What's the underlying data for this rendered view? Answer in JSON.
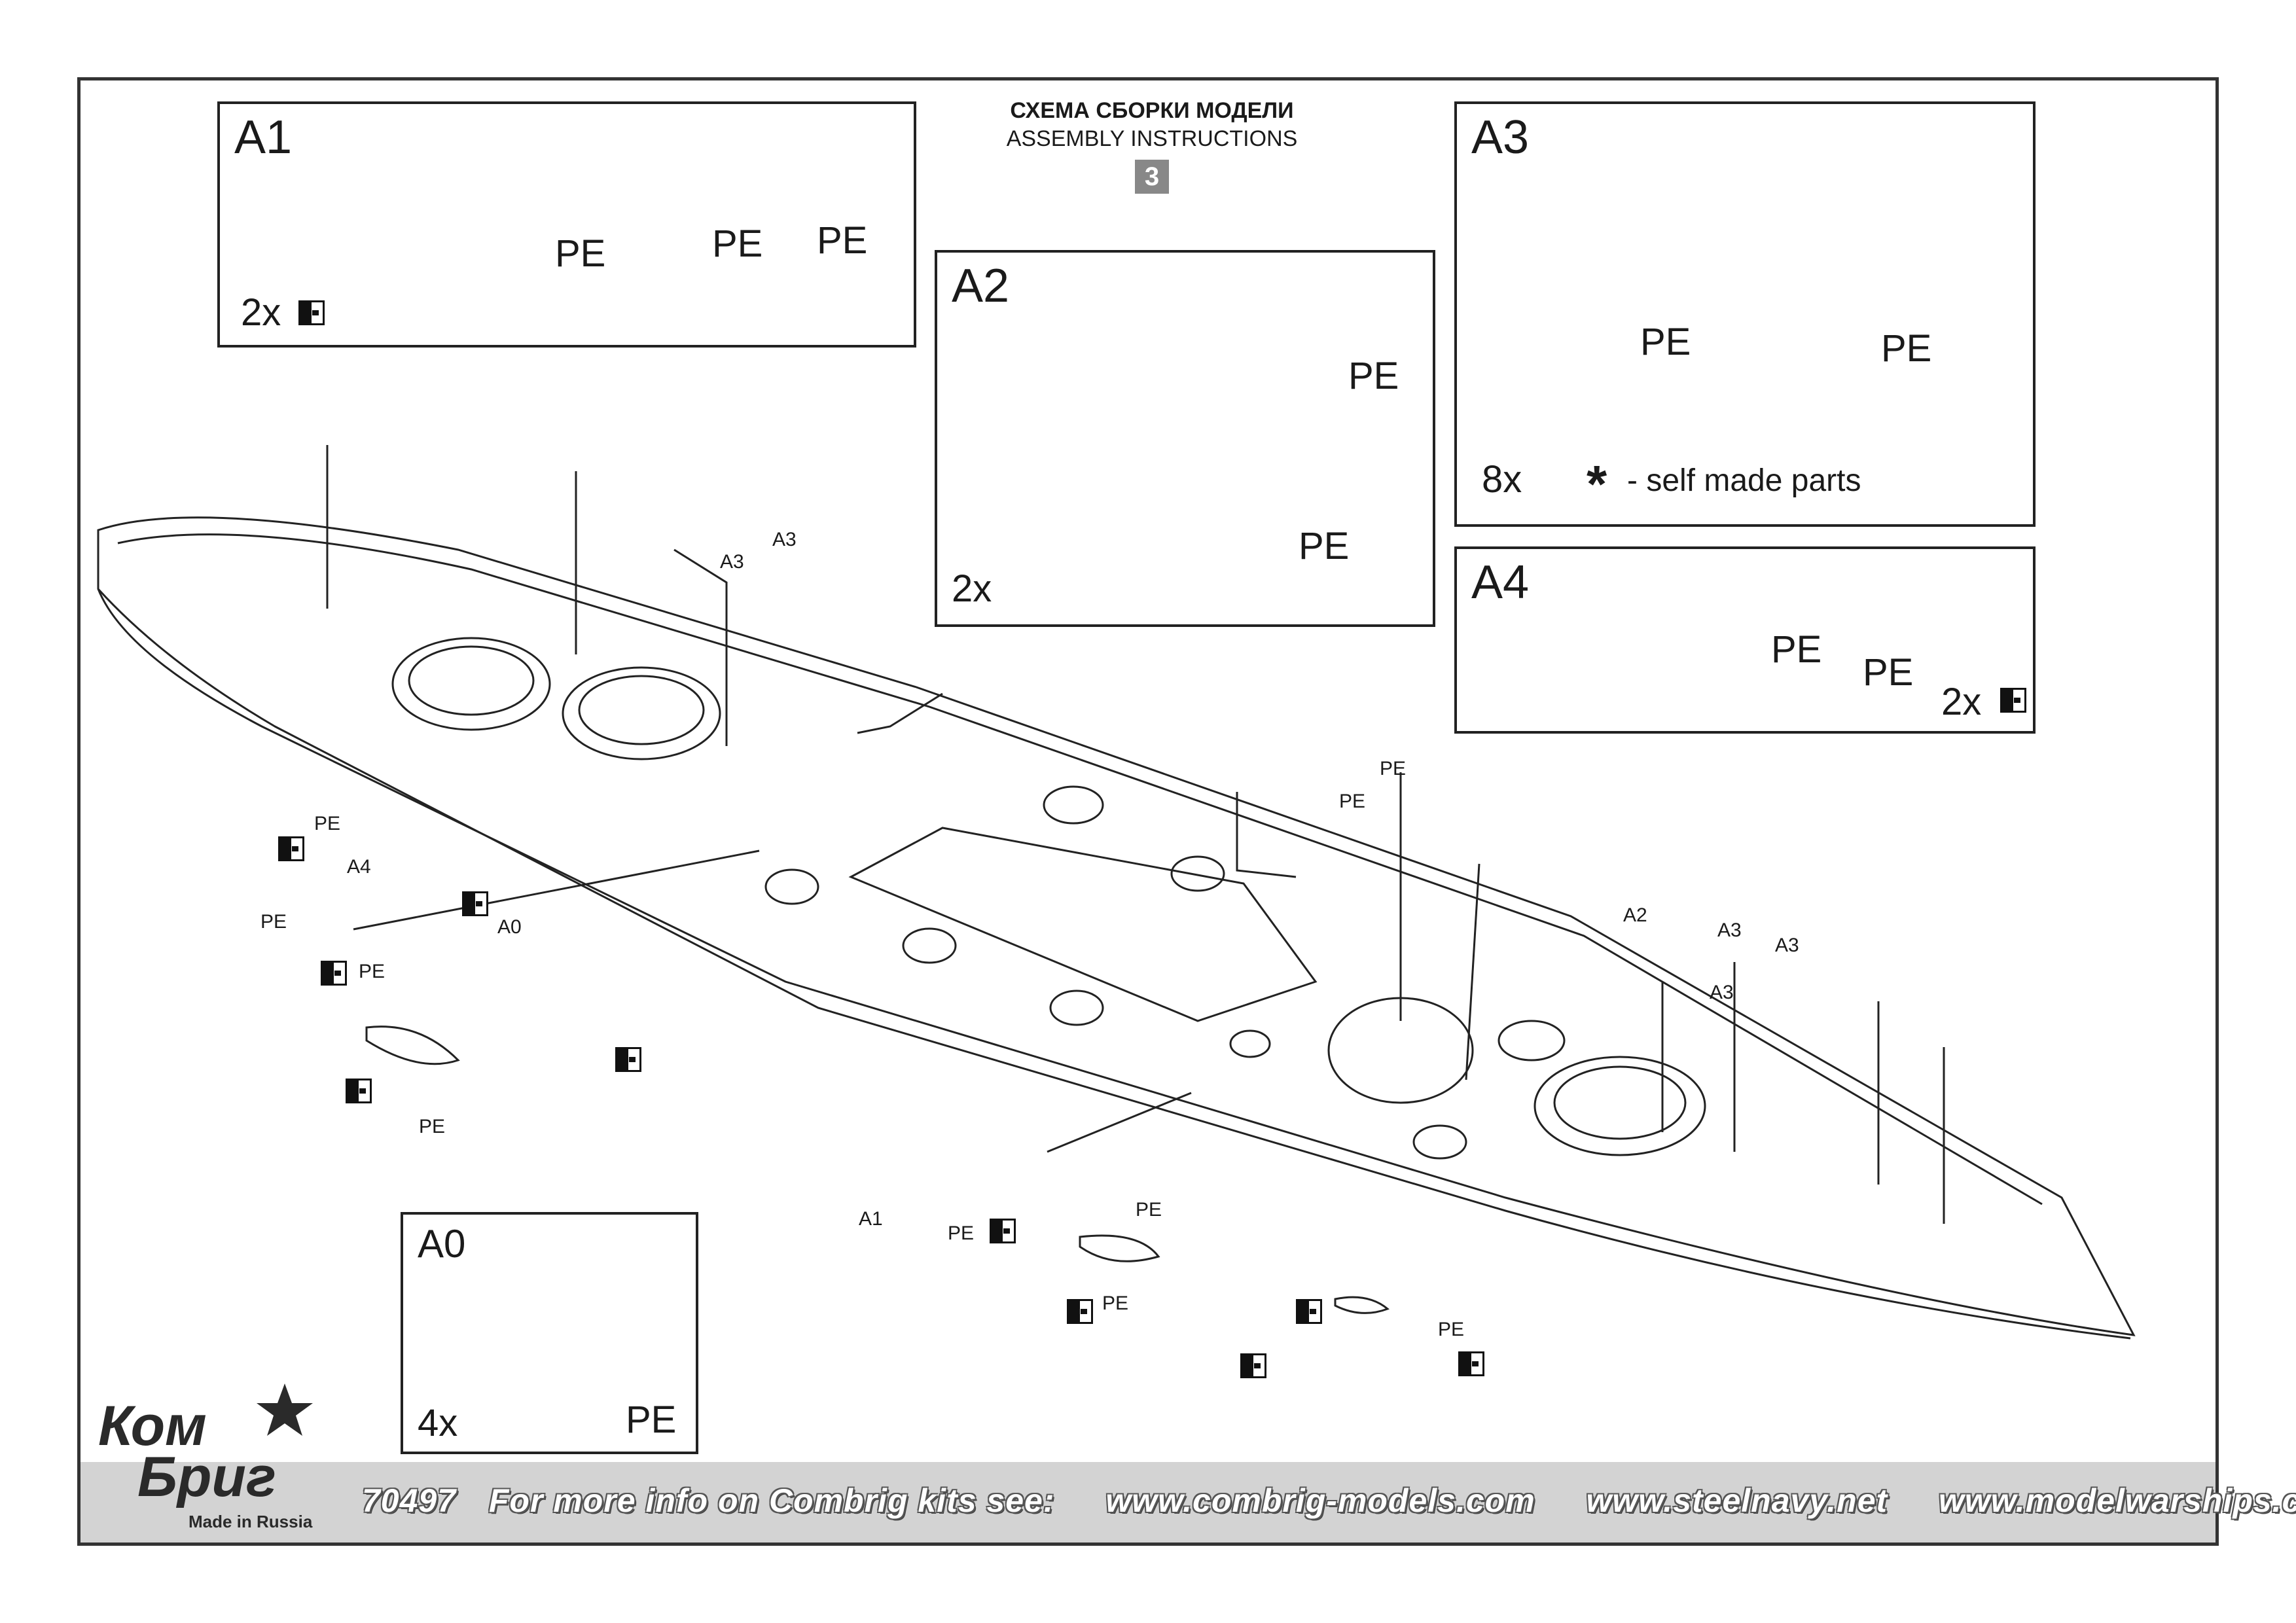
{
  "header": {
    "title_ru": "СХЕМА СБОРКИ МОДЕЛИ",
    "title_en": "ASSEMBLY INSTRUCTIONS",
    "page_number": "3"
  },
  "boxes": {
    "a1": {
      "title": "A1",
      "pe1": "PE",
      "pe2": "PE",
      "pe3": "PE",
      "count": "2x"
    },
    "a2": {
      "title": "A2",
      "pe1": "PE",
      "pe2": "PE",
      "count": "2x"
    },
    "a3": {
      "title": "A3",
      "pe1": "PE",
      "pe2": "PE",
      "star": "*",
      "count": "8x",
      "note_star": "*",
      "note": "- self made parts"
    },
    "a4": {
      "title": "A4",
      "pe1": "PE",
      "pe2": "PE",
      "count": "2x"
    },
    "a0": {
      "title": "A0",
      "pe": "PE",
      "count": "4x"
    }
  },
  "callouts": {
    "a3_left": "A3",
    "a3_top": "A3",
    "pe_a4": "PE",
    "a4": "A4",
    "pe_left": "PE",
    "pe_under": "PE",
    "a0": "A0",
    "pe_boat": "PE",
    "pe_mid1": "PE",
    "pe_mid2": "PE",
    "a1": "A1",
    "pe_a1": "PE",
    "pe_boat2": "PE",
    "pe_boat2b": "PE",
    "pe_bottom": "PE",
    "a2_right": "A2",
    "a3_right1": "A3",
    "a3_right2": "A3",
    "a3_right3": "A3"
  },
  "footer": {
    "kit_number": "70497",
    "info_text": "For more info on Combrig kits see:",
    "url1": "www.combrig-models.com",
    "url2": "www.steelnavy.net",
    "url3": "www.modelwarships.com"
  },
  "logo": {
    "line1": "Ком",
    "line2": "Бриг",
    "made_in": "Made in Russia"
  }
}
